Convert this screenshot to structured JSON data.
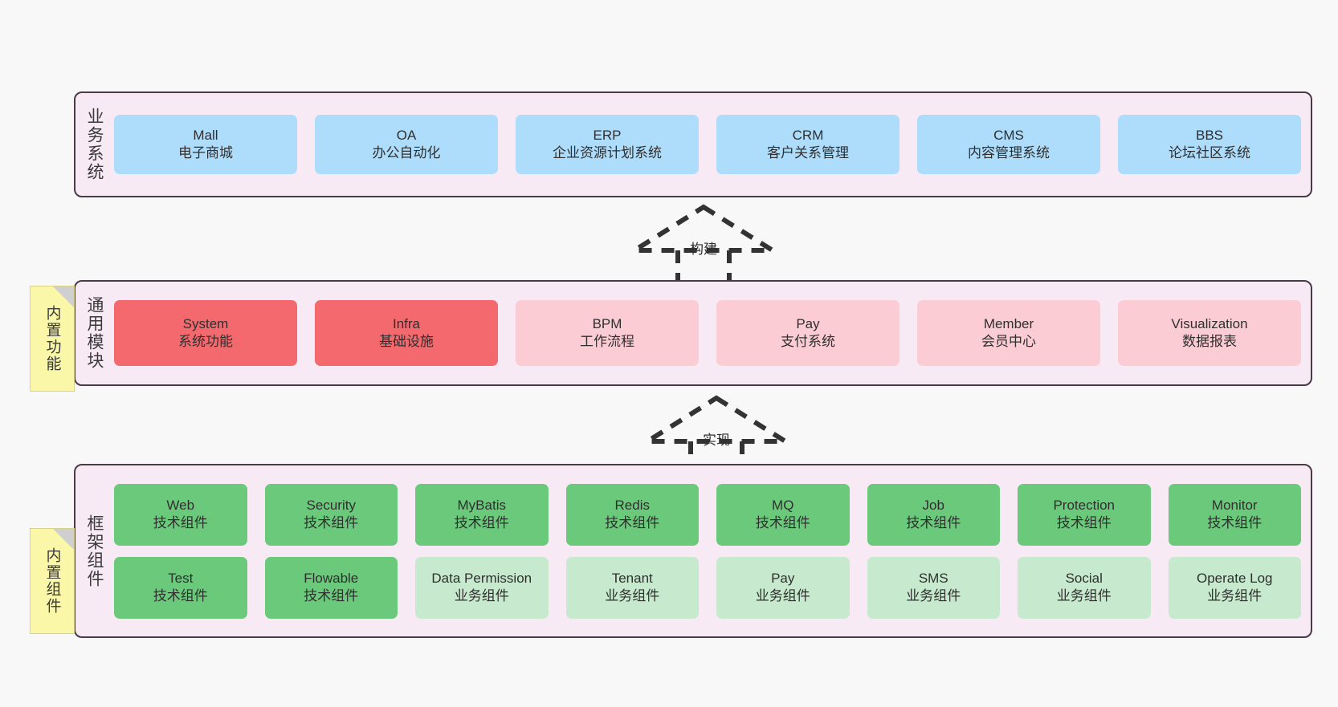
{
  "diagram": {
    "background_color": "#f8f8f8",
    "panel_color": "#f7eaf5",
    "panel_border_color": "#4a3b46"
  },
  "layers": [
    {
      "id": "business-system",
      "title": "业务系统",
      "color": "#aedcfb",
      "rows": [
        {
          "cells": [
            {
              "name": "Mall",
              "desc": "电子商城",
              "style": "c-blue"
            },
            {
              "name": "OA",
              "desc": "办公自动化",
              "style": "c-blue"
            },
            {
              "name": "ERP",
              "desc": "企业资源计划系统",
              "style": "c-blue"
            },
            {
              "name": "CRM",
              "desc": "客户关系管理",
              "style": "c-blue"
            },
            {
              "name": "CMS",
              "desc": "内容管理系统",
              "style": "c-blue"
            },
            {
              "name": "BBS",
              "desc": "论坛社区系统",
              "style": "c-blue"
            }
          ]
        }
      ]
    },
    {
      "id": "common-module",
      "title": "通用模块",
      "color": "#f4696e",
      "rows": [
        {
          "cells": [
            {
              "name": "System",
              "desc": "系统功能",
              "style": "c-red"
            },
            {
              "name": "Infra",
              "desc": "基础设施",
              "style": "c-red"
            },
            {
              "name": "BPM",
              "desc": "工作流程",
              "style": "c-pink"
            },
            {
              "name": "Pay",
              "desc": "支付系统",
              "style": "c-pink"
            },
            {
              "name": "Member",
              "desc": "会员中心",
              "style": "c-pink"
            },
            {
              "name": "Visualization",
              "desc": "数据报表",
              "style": "c-pink"
            }
          ]
        }
      ]
    },
    {
      "id": "framework-component",
      "title": "框架组件",
      "color": "#6bc97b",
      "rows": [
        {
          "cells": [
            {
              "name": "Web",
              "desc": "技术组件",
              "style": "c-green"
            },
            {
              "name": "Security",
              "desc": "技术组件",
              "style": "c-green"
            },
            {
              "name": "MyBatis",
              "desc": "技术组件",
              "style": "c-green"
            },
            {
              "name": "Redis",
              "desc": "技术组件",
              "style": "c-green"
            },
            {
              "name": "MQ",
              "desc": "技术组件",
              "style": "c-green"
            },
            {
              "name": "Job",
              "desc": "技术组件",
              "style": "c-green"
            },
            {
              "name": "Protection",
              "desc": "技术组件",
              "style": "c-green"
            },
            {
              "name": "Monitor",
              "desc": "技术组件",
              "style": "c-green"
            }
          ]
        },
        {
          "cells": [
            {
              "name": "Test",
              "desc": "技术组件",
              "style": "c-green"
            },
            {
              "name": "Flowable",
              "desc": "技术组件",
              "style": "c-green"
            },
            {
              "name": "Data Permission",
              "desc": "业务组件",
              "style": "c-lightgreen"
            },
            {
              "name": "Tenant",
              "desc": "业务组件",
              "style": "c-lightgreen"
            },
            {
              "name": "Pay",
              "desc": "业务组件",
              "style": "c-lightgreen"
            },
            {
              "name": "SMS",
              "desc": "业务组件",
              "style": "c-lightgreen"
            },
            {
              "name": "Social",
              "desc": "业务组件",
              "style": "c-lightgreen"
            },
            {
              "name": "Operate Log",
              "desc": "业务组件",
              "style": "c-lightgreen"
            }
          ]
        }
      ]
    }
  ],
  "stickies": [
    {
      "id": "builtin-features",
      "label": "内置功能",
      "color": "#faf7a8"
    },
    {
      "id": "builtin-components",
      "label": "内置组件",
      "color": "#faf7a8"
    }
  ],
  "arrows": [
    {
      "id": "build",
      "label": "构建",
      "style": "dashed-generalization",
      "direction": "up"
    },
    {
      "id": "implement",
      "label": "实现",
      "style": "dashed-generalization",
      "direction": "up"
    }
  ]
}
